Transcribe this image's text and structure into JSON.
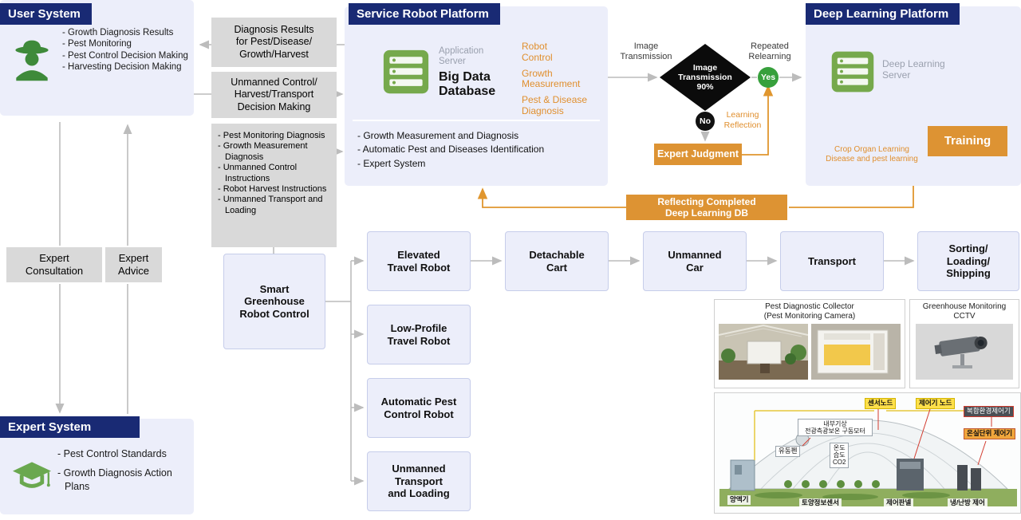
{
  "user_system": {
    "title": "User System",
    "items": [
      "Growth Diagnosis Results",
      "Pest Monitoring",
      "Pest Control Decision Making",
      "Harvesting Decision Making"
    ]
  },
  "left": {
    "expert_consultation": "Expert Consultation",
    "expert_advice": "Expert Advice"
  },
  "expert_system": {
    "title": "Expert System",
    "items": [
      "Pest Control Standards",
      "Growth Diagnosis Action Plans"
    ]
  },
  "middle": {
    "diagnosis_results": "Diagnosis Results\nfor Pest/Disease/\nGrowth/Harvest",
    "unmanned_decision": "Unmanned Control/\nHarvest/Transport\nDecision Making",
    "instructions": [
      "Pest Monitoring Diagnosis",
      "Growth Measurement Diagnosis",
      "Unmanned Control Instructions",
      "Robot Harvest Instructions",
      "Unmanned Transport and Loading"
    ],
    "smart_greenhouse": "Smart\nGreenhouse\nRobot Control"
  },
  "srp": {
    "title": "Service Robot Platform",
    "server_caption": "Application\nServer",
    "server_name": "Big Data\nDatabase",
    "functions": [
      "Robot\nControl",
      "Growth\nMeasurement",
      "Pest & Disease\nDiagnosis"
    ],
    "items": [
      "Growth Measurement and Diagnosis",
      "Automatic Pest and Diseases Identification",
      "Expert System"
    ]
  },
  "flow": {
    "image_transmission": "Image\nTransmission",
    "diamond": "Image\nTransmission\n90%",
    "yes": "Yes",
    "no": "No",
    "repeated_relearning": "Repeated\nRelearning",
    "learning_reflection": "Learning\nReflection",
    "expert_judgment": "Expert Judgment",
    "reflecting_db": "Reflecting Completed\nDeep Learning DB"
  },
  "dlp": {
    "title": "Deep Learning Platform",
    "server_caption": "Deep Learning\nServer",
    "training": "Training",
    "learning_caption": "Crop Organ Learning\nDisease and pest learning"
  },
  "robots": {
    "chain": [
      "Elevated\nTravel Robot",
      "Detachable\nCart",
      "Unmanned\nCar",
      "Transport",
      "Sorting/\nLoading/\nShipping"
    ],
    "column": [
      "Low-Profile\nTravel Robot",
      "Automatic Pest\nControl Robot",
      "Unmanned\nTransport\nand Loading"
    ]
  },
  "media": {
    "pest_collector_caption": "Pest Diagnostic Collector\n(Pest Monitoring Camera)",
    "cctv_caption": "Greenhouse Monitoring\nCCTV",
    "greenhouse_labels": {
      "sensor_node": "센서노드",
      "controller_node": "제어기 노드",
      "complex_env_controller": "복합환경제어기",
      "greenhouse_unit_controller": "온실단위 제어기",
      "internal_weather": "내부기상\n전광측광보온 구동모터",
      "flow_fan": "유동펜",
      "temp": "온도\n습도\nCO2",
      "nutrient_machine": "양액기",
      "soil_sensor": "토양정보센서",
      "control_panel": "제어판넬",
      "hvac": "냉/난방 제어"
    }
  }
}
